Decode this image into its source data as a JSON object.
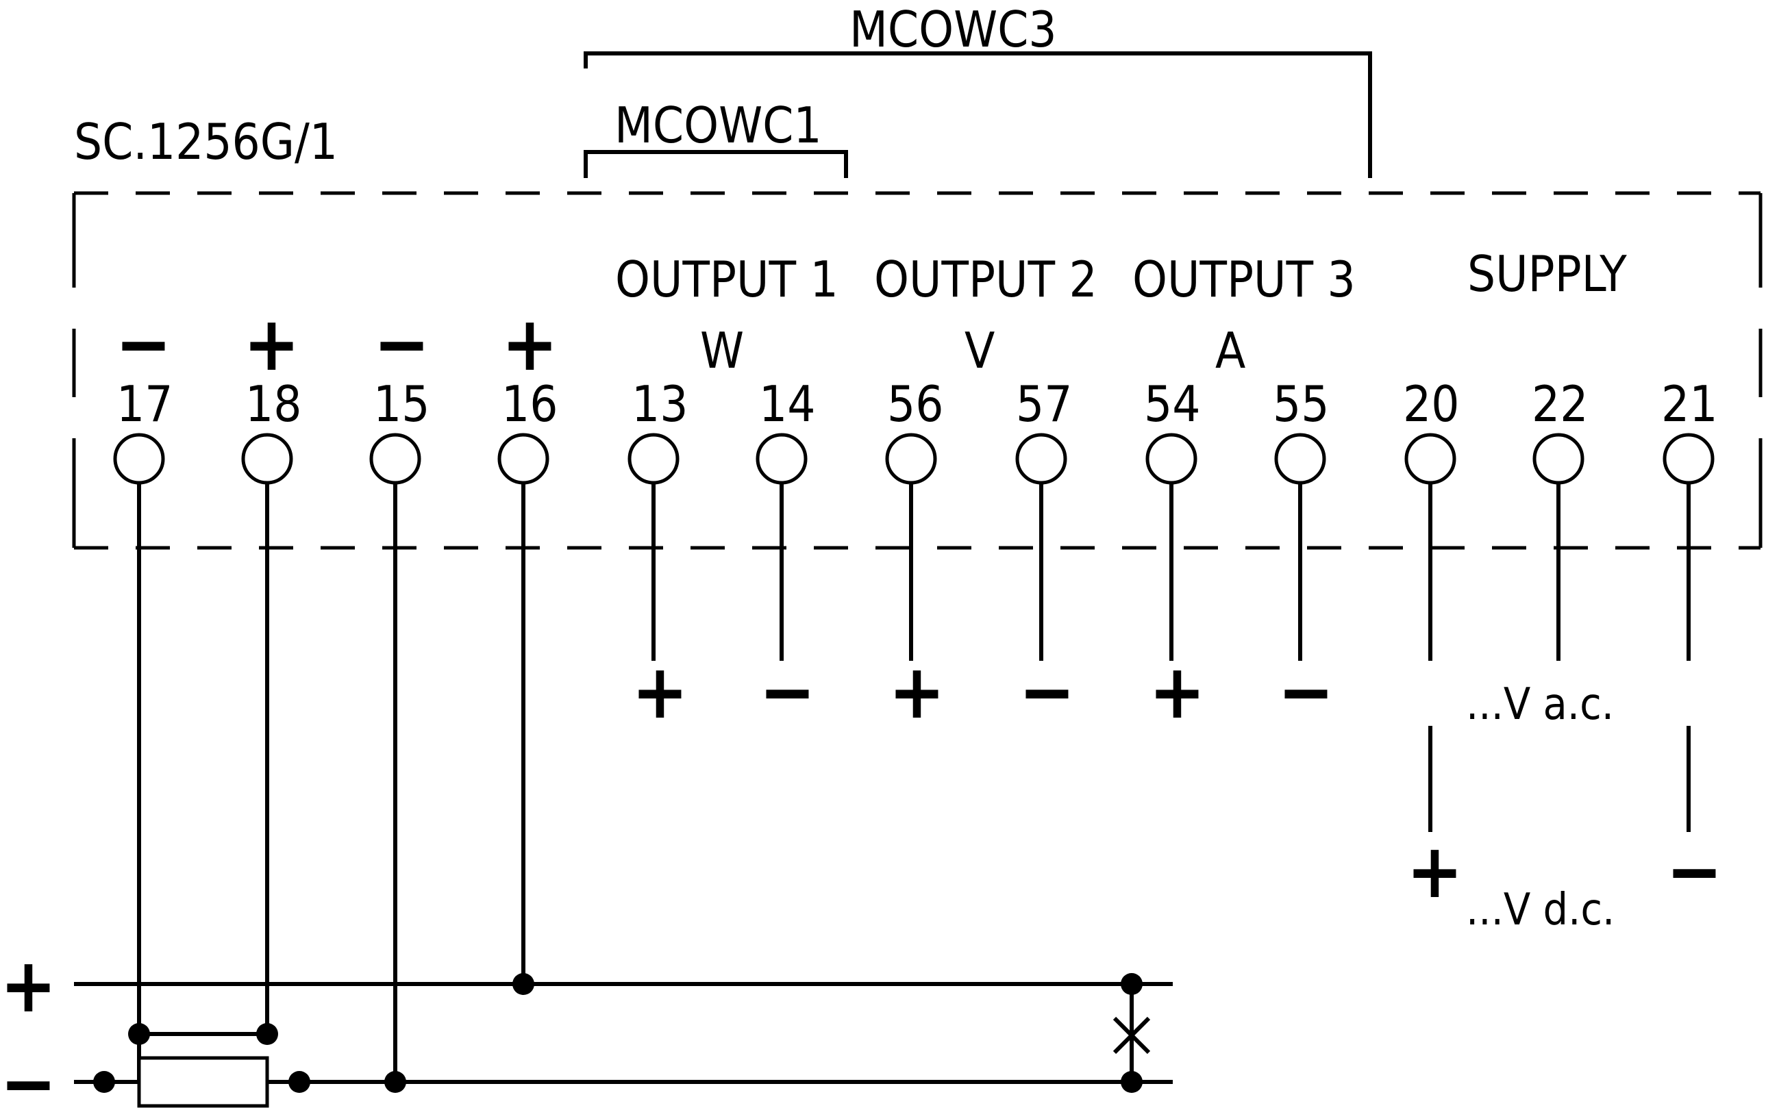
{
  "device_label": "SC.1256G/1",
  "bracket_top_label": "MCOWC3",
  "bracket_inner_label": "MCOWC1",
  "outputs": [
    {
      "label": "OUTPUT 1",
      "unit": "W"
    },
    {
      "label": "OUTPUT 2",
      "unit": "V"
    },
    {
      "label": "OUTPUT 3",
      "unit": "A"
    }
  ],
  "supply_label": "SUPPLY",
  "input_terminals": [
    {
      "number": "17",
      "polarity": "−"
    },
    {
      "number": "18",
      "polarity": "+"
    },
    {
      "number": "15",
      "polarity": "−"
    },
    {
      "number": "16",
      "polarity": "+"
    }
  ],
  "output_terminals": [
    {
      "number": "13",
      "polarity": "+"
    },
    {
      "number": "14",
      "polarity": "−"
    },
    {
      "number": "56",
      "polarity": "+"
    },
    {
      "number": "57",
      "polarity": "−"
    },
    {
      "number": "54",
      "polarity": "+"
    },
    {
      "number": "55",
      "polarity": "−"
    }
  ],
  "supply_terminals": [
    {
      "number": "20"
    },
    {
      "number": "22"
    },
    {
      "number": "21"
    }
  ],
  "supply_ac_label": "...V a.c.",
  "supply_dc_label": "...V d.c.",
  "supply_dc_plus": "+",
  "supply_dc_minus": "−",
  "line_plus": "+",
  "line_minus": "−"
}
